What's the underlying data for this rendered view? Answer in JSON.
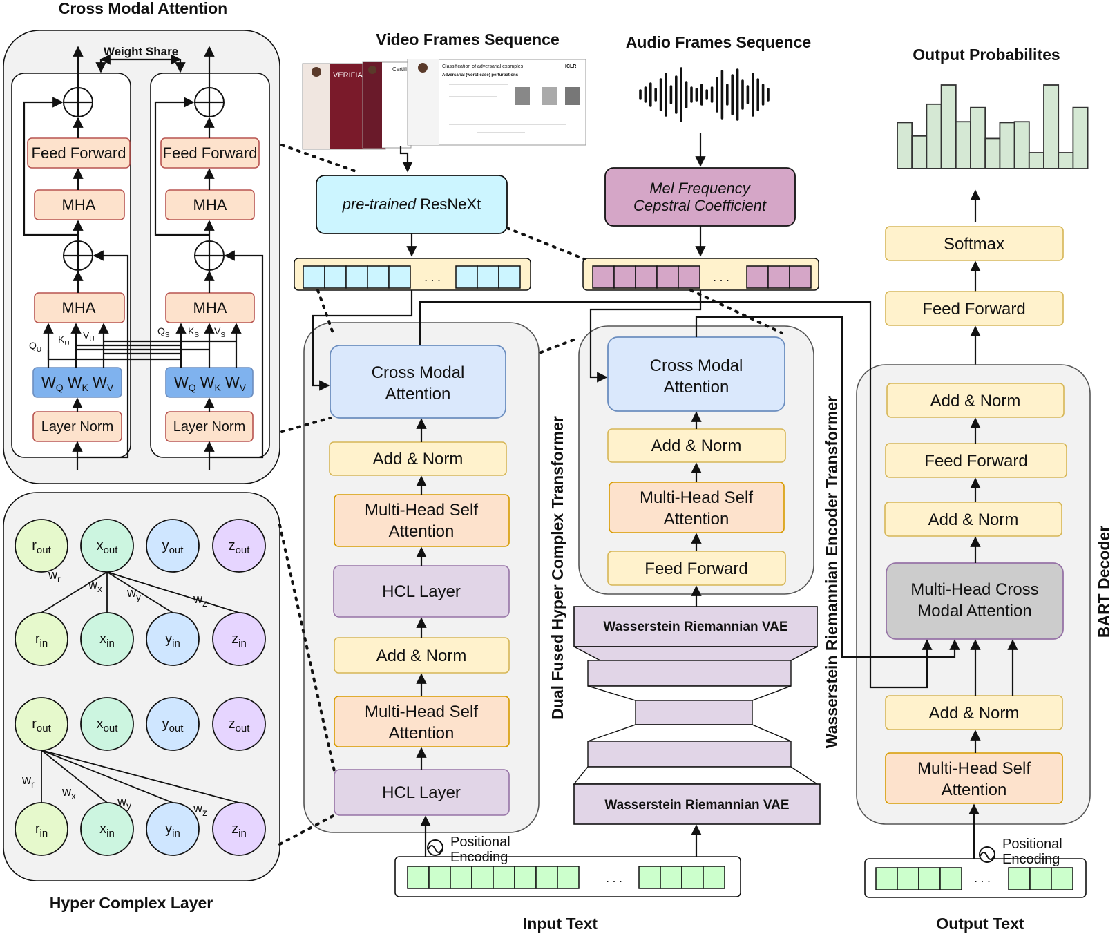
{
  "titles": {
    "cross_modal": "Cross Modal Attention",
    "video": "Video Frames Sequence",
    "audio": "Audio Frames Sequence",
    "output_prob": "Output Probabilites",
    "hyper": "Hyper Complex Layer",
    "input_text": "Input Text",
    "output_text": "Output Text",
    "dual": "Dual Fused Hyper Complex Transformer",
    "wass": "Wasserstein Riemannian Encoder Transformer",
    "bart": "BART Decoder"
  },
  "cma_panel": {
    "weight_share": "Weight Share",
    "feed_forward": "Feed Forward",
    "mha": "MHA",
    "wq": "W",
    "wq_sub": "Q",
    "wk": "W",
    "wk_sub": "K",
    "wv": "W",
    "wv_sub": "V",
    "layer_norm": "Layer Norm",
    "qu": "Q",
    "qu_sub": "U",
    "ku": "K",
    "ku_sub": "U",
    "vu": "V",
    "vu_sub": "U",
    "qs": "Q",
    "qs_sub": "S",
    "ks": "K",
    "ks_sub": "S",
    "vs": "V",
    "vs_sub": "S"
  },
  "video": {
    "resnext_italic": "pre-trained",
    "resnext": " ResNeXt",
    "slide_title": "Classification of adversarial examples",
    "slide_sub": "Adversarial (worst-case) perturbations",
    "slide_logo": "ICLR",
    "slide2": "VERIFIA ADVERS",
    "slide3": "Certifi"
  },
  "audio": {
    "mfcc_line1": "Mel Frequency",
    "mfcc_line2": "Cepstral Coefficient"
  },
  "ellipsis": ". . .",
  "dual": {
    "cma_line1": "Cross Modal",
    "cma_line2": "Attention",
    "add_norm": "Add & Norm",
    "mhsa_line1": "Multi-Head Self",
    "mhsa_line2": "Attention",
    "hcl": "HCL Layer",
    "positional_line1": "Positional",
    "positional_line2": "Encoding"
  },
  "wass": {
    "cma_line1": "Cross Modal",
    "cma_line2": "Attention",
    "add_norm": "Add & Norm",
    "mhsa_line1": "Multi-Head Self",
    "mhsa_line2": "Attention",
    "feed_forward": "Feed Forward",
    "vae": "Wasserstein Riemannian VAE"
  },
  "bart": {
    "softmax": "Softmax",
    "feed_forward": "Feed Forward",
    "add_norm": "Add & Norm",
    "mhca_line1": "Multi-Head Cross",
    "mhca_line2": "Modal Attention",
    "mhsa_line1": "Multi-Head Self",
    "mhsa_line2": "Attention",
    "positional_line1": "Positional",
    "positional_line2": "Encoding"
  },
  "hyper": {
    "nodes_out": [
      {
        "base": "r",
        "sub": "out"
      },
      {
        "base": "x",
        "sub": "out"
      },
      {
        "base": "y",
        "sub": "out"
      },
      {
        "base": "z",
        "sub": "out"
      }
    ],
    "nodes_in": [
      {
        "base": "r",
        "sub": "in"
      },
      {
        "base": "x",
        "sub": "in"
      },
      {
        "base": "y",
        "sub": "in"
      },
      {
        "base": "z",
        "sub": "in"
      }
    ],
    "weights": [
      {
        "base": "w",
        "sub": "r"
      },
      {
        "base": "w",
        "sub": "x"
      },
      {
        "base": "w",
        "sub": "y"
      },
      {
        "base": "w",
        "sub": "z"
      }
    ]
  },
  "colors": {
    "panel_bg": "#f2f2f2",
    "orange_fill": "#fde2cc",
    "orange_stroke": "#b85450",
    "blue_fill": "#dae8fc",
    "blue_stroke": "#6c8ebf",
    "yellow_fill": "#fff2cc",
    "yellow_stroke": "#d6b656",
    "purple_fill": "#e1d5e7",
    "purple_stroke": "#9673a6",
    "cyan_fill": "#ccf5ff",
    "mfcc_fill": "#d5a6c7",
    "gray_fill": "#cccccc",
    "green_fill": "#d5f5d5",
    "seq_video": "#ccf5ff",
    "seq_audio": "#d5a6c7",
    "seq_text": "#ccffcc",
    "bar_fill": "#d5e8d4",
    "bar_stroke": "#333333"
  },
  "output_probabilities": [
    0.55,
    0.39,
    0.77,
    1.0,
    0.56,
    0.73,
    0.36,
    0.55,
    0.56,
    0.19,
    1.0,
    0.19,
    0.73
  ]
}
